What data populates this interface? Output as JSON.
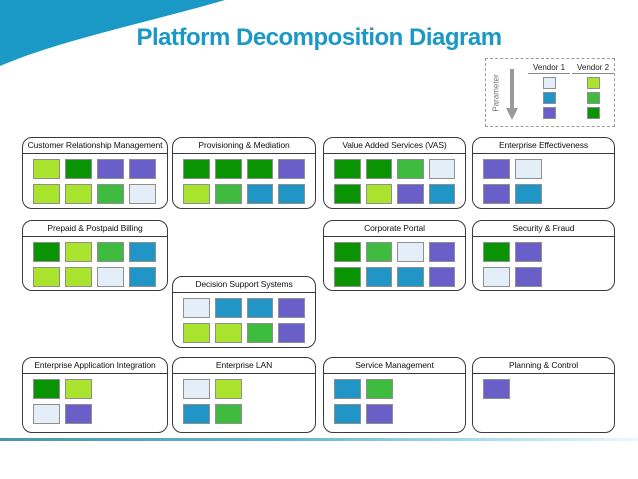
{
  "slide": {
    "title": "Platform Decomposition Diagram"
  },
  "colors": {
    "accent": "#1a98c6",
    "pale_blue": "#e3eef8",
    "blue": "#2196c6",
    "purple": "#6a5fc9",
    "yellow_green": "#abe42f",
    "green": "#3fbb3f",
    "dark_green": "#0a9303"
  },
  "legend": {
    "parameter_label": "Parameter",
    "arrow_icon": "down-arrow",
    "columns": [
      {
        "label": "Vendor 1",
        "swatches": [
          "pale_blue",
          "blue",
          "purple"
        ]
      },
      {
        "label": "Vendor 2",
        "swatches": [
          "yellow_green",
          "green",
          "dark_green"
        ]
      }
    ]
  },
  "platforms": [
    {
      "label": "Customer Relationship Management",
      "col": 1,
      "row": "r1",
      "tiles": [
        [
          "yellow_green",
          "dark_green",
          "purple",
          "purple"
        ],
        [
          "yellow_green",
          "yellow_green",
          "green",
          "pale_blue"
        ]
      ]
    },
    {
      "label": "Provisioning & Mediation",
      "col": 2,
      "row": "r1",
      "tiles": [
        [
          "dark_green",
          "dark_green",
          "dark_green",
          "purple"
        ],
        [
          "yellow_green",
          "green",
          "blue",
          "blue"
        ]
      ]
    },
    {
      "label": "Value Added Services (VAS)",
      "col": 3,
      "row": "r1",
      "tiles": [
        [
          "dark_green",
          "dark_green",
          "green",
          "pale_blue"
        ],
        [
          "dark_green",
          "yellow_green",
          "purple",
          "blue"
        ]
      ]
    },
    {
      "label": "Enterprise Effectiveness",
      "col": 4,
      "row": "r1",
      "tiles": [
        [
          "purple",
          "pale_blue"
        ],
        [
          "purple",
          "blue"
        ]
      ]
    },
    {
      "label": "Prepaid & Postpaid Billing",
      "col": 1,
      "row": "r2",
      "tiles": [
        [
          "dark_green",
          "yellow_green",
          "green",
          "blue"
        ],
        [
          "yellow_green",
          "yellow_green",
          "pale_blue",
          "blue"
        ]
      ]
    },
    {
      "label": "Corporate Portal",
      "col": 3,
      "row": "r2",
      "tiles": [
        [
          "dark_green",
          "green",
          "pale_blue",
          "purple"
        ],
        [
          "dark_green",
          "blue",
          "blue",
          "purple"
        ]
      ]
    },
    {
      "label": "Security & Fraud",
      "col": 4,
      "row": "r2",
      "tiles": [
        [
          "dark_green",
          "purple"
        ],
        [
          "pale_blue",
          "purple"
        ]
      ]
    },
    {
      "label": "Decision Support Systems",
      "col": 2,
      "row": "mid",
      "tiles": [
        [
          "pale_blue",
          "blue",
          "blue",
          "purple"
        ],
        [
          "yellow_green",
          "yellow_green",
          "green",
          "purple"
        ]
      ]
    },
    {
      "label": "Enterprise Application Integration",
      "col": 1,
      "row": "r3",
      "tiles": [
        [
          "dark_green",
          "yellow_green"
        ],
        [
          "pale_blue",
          "purple"
        ]
      ]
    },
    {
      "label": "Enterprise LAN",
      "col": 2,
      "row": "r3",
      "tiles": [
        [
          "pale_blue",
          "yellow_green"
        ],
        [
          "blue",
          "green"
        ]
      ]
    },
    {
      "label": "Service Management",
      "col": 3,
      "row": "r3",
      "tiles": [
        [
          "blue",
          "green"
        ],
        [
          "blue",
          "purple"
        ]
      ]
    },
    {
      "label": "Planning & Control",
      "col": 4,
      "row": "r3",
      "tiles": [
        [
          "purple"
        ]
      ]
    }
  ]
}
